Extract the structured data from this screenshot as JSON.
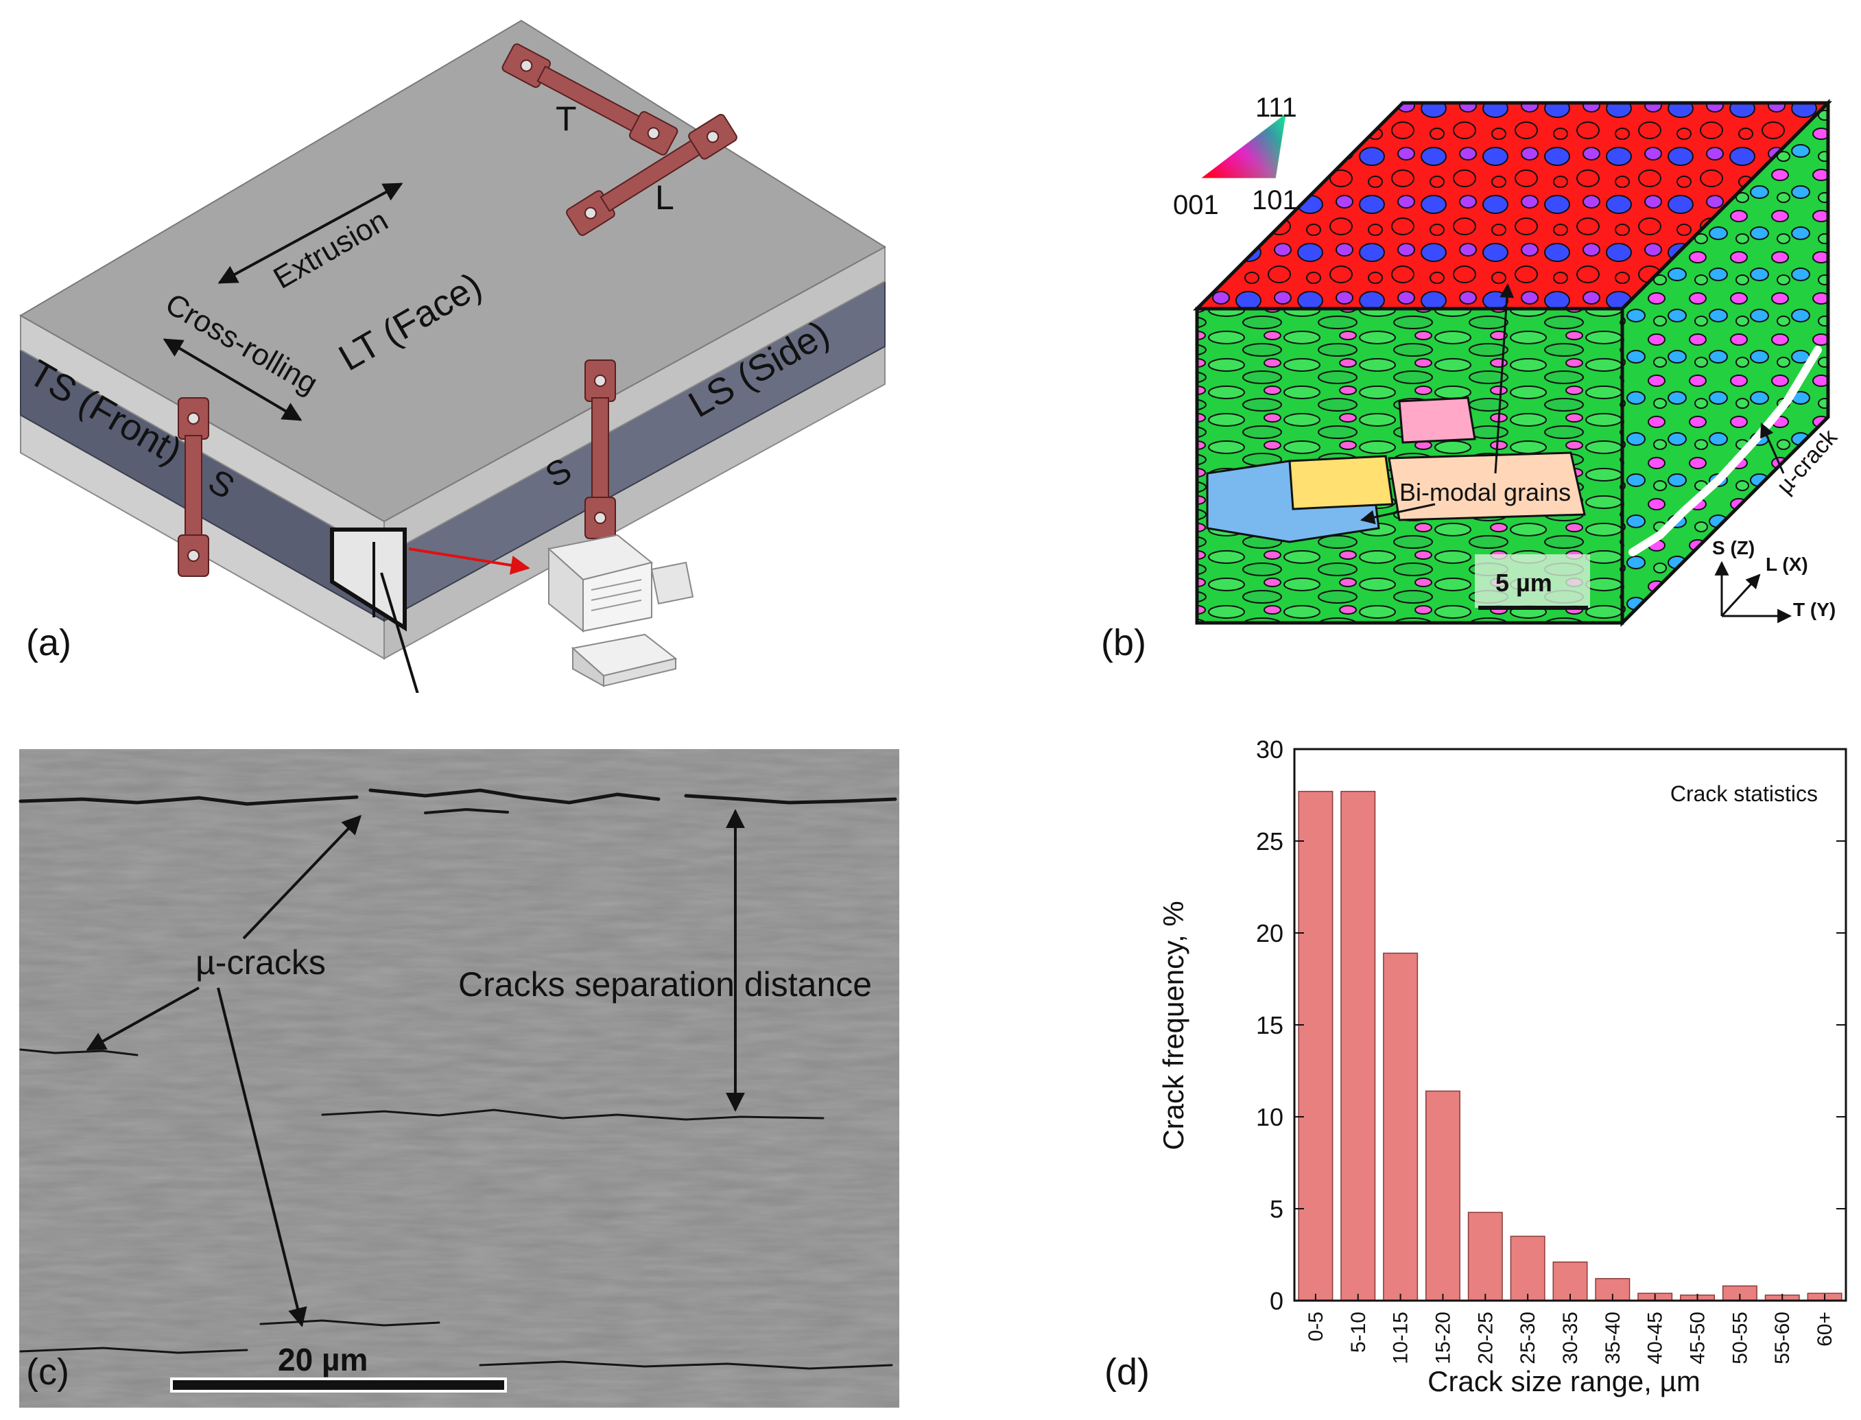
{
  "panel_a": {
    "letter": "(a)",
    "labels": {
      "extrusion": "Extrusion",
      "cross_rolling": "Cross-rolling",
      "lt_face": "LT (Face)",
      "ls_side": "LS (Side)",
      "ts_front": "TS (Front)",
      "specimen_T": "T",
      "specimen_L": "L",
      "specimen_S_front": "S",
      "specimen_S_side": "S"
    }
  },
  "panel_b": {
    "letter": "(b)",
    "ipf_key": {
      "c111": "111",
      "c001": "001",
      "c101": "101"
    },
    "bimodal": "Bi-modal grains",
    "scale": "5 µm",
    "crack": "µ-crack",
    "axes": {
      "s": "S (Z)",
      "l": "L (X)",
      "t": "T (Y)"
    }
  },
  "panel_c": {
    "letter": "(c)",
    "cracks_label": "µ-cracks",
    "separation_label": "Cracks separation distance",
    "scale": "20 µm"
  },
  "panel_d": {
    "letter": "(d)",
    "bar_color": "#e88080",
    "bar_stroke": "#8a3a3a"
  },
  "chart_data": {
    "type": "bar",
    "title": "Crack statistics",
    "xlabel": "Crack size range, µm",
    "ylabel": "Crack frequency, %",
    "ylim": [
      0,
      30
    ],
    "yticks": [
      0,
      5,
      10,
      15,
      20,
      25,
      30
    ],
    "categories": [
      "0-5",
      "5-10",
      "10-15",
      "15-20",
      "20-25",
      "25-30",
      "30-35",
      "35-40",
      "40-45",
      "45-50",
      "50-55",
      "55-60",
      "60+"
    ],
    "values": [
      27.7,
      27.7,
      18.9,
      11.4,
      4.8,
      3.5,
      2.1,
      1.2,
      0.4,
      0.3,
      0.8,
      0.3,
      0.4
    ]
  }
}
